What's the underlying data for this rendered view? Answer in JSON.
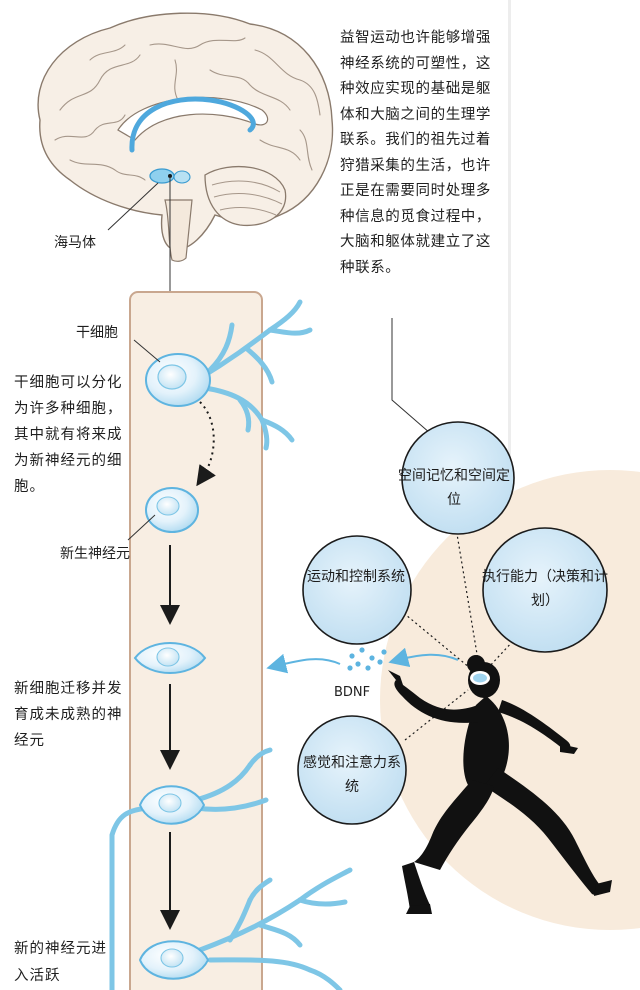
{
  "intro_text": "益智运动也许能够增强神经系统的可塑性，这种效应实现的基础是躯体和大脑之间的生理学联系。我们的祖先过着狩猎采集的生活，也许正是在需要同时处理多种信息的觅食过程中，大脑和躯体就建立了这种联系。",
  "labels": {
    "hippocampus": "海马体",
    "stem_cell": "干细胞",
    "stem_cell_desc": "干细胞可以分化为许多种细胞，其中就有将来成为新神经元的细胞。",
    "newborn_neuron": "新生神经元",
    "migration_desc": "新细胞迁移并发育成未成熟的神经元",
    "circuit_desc": "新的神经元进入活跃"
  },
  "abilities": {
    "spatial": "空间记忆和空间定位",
    "motor": "运动和控制系统",
    "executive": "执行能力（决策和计划）",
    "sensory": "感觉和注意力系统"
  },
  "bdnf_label": "BDNF",
  "colors": {
    "panel_fill": "#f8eee3",
    "panel_border": "#c9a78f",
    "bubble_fill": "#cfe6f5",
    "bubble_stroke": "#1b1b1b",
    "neuron_blue": "#7ec6e6",
    "highlight_blue": "#4ea8dd",
    "runner": "#111111",
    "sun_bg": "#f8ebdc"
  },
  "icons": {
    "brain": "brain-illustration",
    "runner": "running-woman-silhouette"
  }
}
